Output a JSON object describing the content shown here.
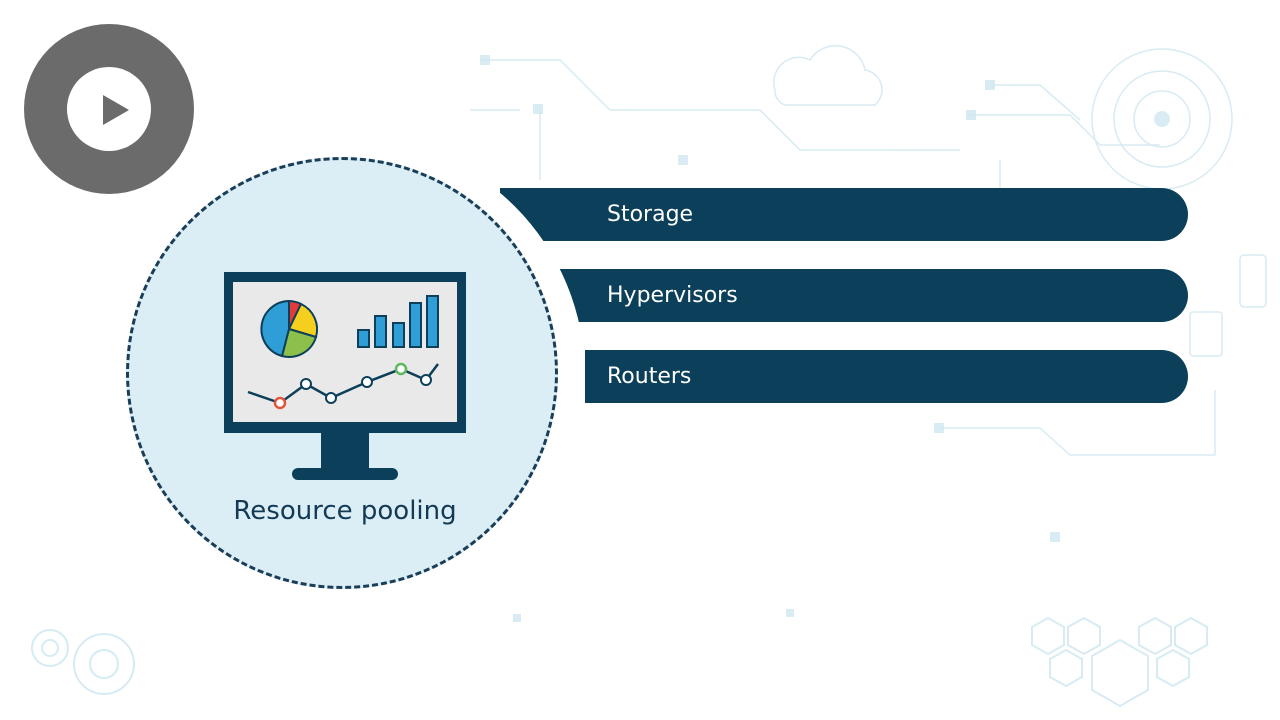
{
  "slide": {
    "bars": [
      {
        "label": "Storage"
      },
      {
        "label": "Hypervisors"
      },
      {
        "label": "Routers"
      }
    ],
    "circle_label": "Resource pooling"
  },
  "colors": {
    "bar": "#0c3f59",
    "circle_fill": "#dbedf5",
    "circle_border": "#1b3e58",
    "play_button": "#6b6b6b"
  },
  "icons": {
    "play": "play-icon",
    "monitor": "monitor-dashboard-icon"
  }
}
